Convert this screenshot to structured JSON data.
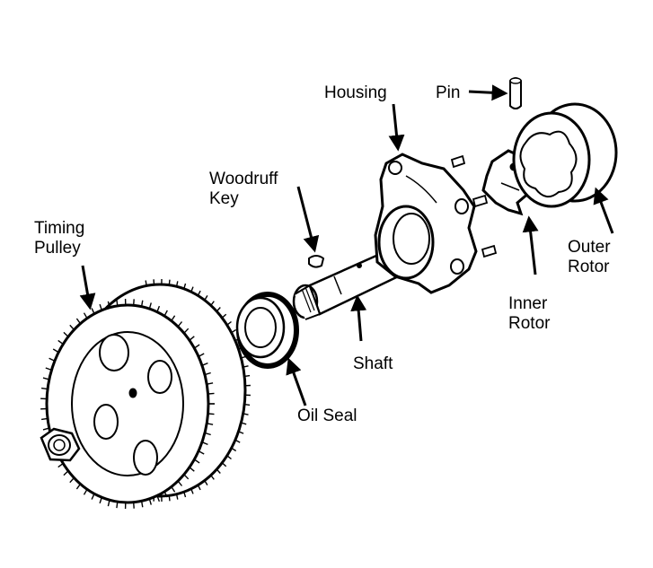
{
  "labels": {
    "housing": "Housing",
    "pin": "Pin",
    "woodruff_key_line1": "Woodruff",
    "woodruff_key_line2": "Key",
    "timing_pulley_line1": "Timing",
    "timing_pulley_line2": "Pulley",
    "outer_rotor_line1": "Outer",
    "outer_rotor_line2": "Rotor",
    "inner_rotor_line1": "Inner",
    "inner_rotor_line2": "Rotor",
    "shaft": "Shaft",
    "oil_seal": "Oil Seal"
  },
  "colors": {
    "ink": "#000000",
    "paper": "#ffffff"
  }
}
